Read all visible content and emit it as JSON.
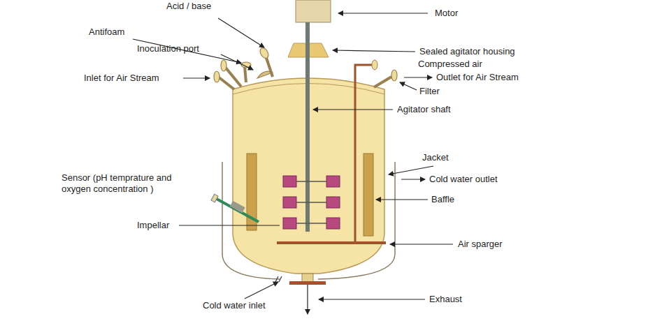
{
  "diagram": {
    "labels": [
      "Acid / base",
      "Motor",
      "Antifoam",
      "Inoculation port",
      "Sealed agitator housing",
      "Compressed air",
      "Inlet for Air Stream",
      "Outlet for Air Stream",
      "Filter",
      "Agitator shaft",
      "Jacket",
      "Cold water outlet",
      "Sensor (pH temprature and oxygen concentration )",
      "Baffle",
      "Impellar",
      "Air sparger",
      "Exhaust",
      "Cold water inlet"
    ]
  }
}
